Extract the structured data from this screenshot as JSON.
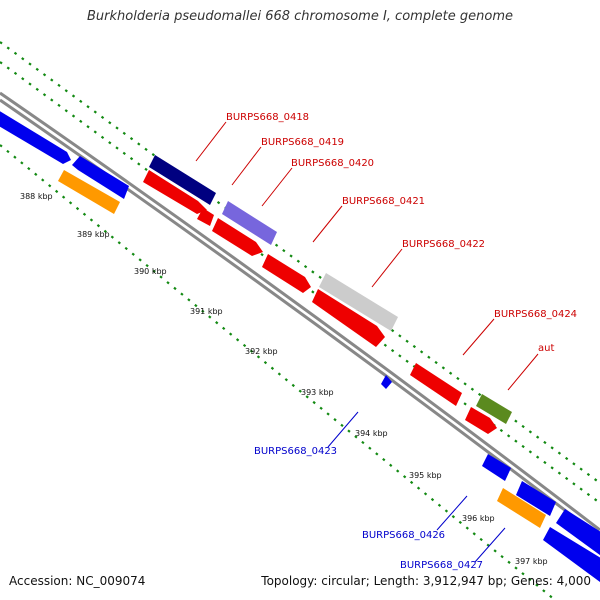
{
  "title": "Burkholderia pseudomallei 668 chromosome I, complete genome",
  "footer": {
    "accession_label": "Accession:",
    "accession": "NC_009074",
    "topology_label": "Topology:",
    "topology": "circular",
    "length_label": "Length:",
    "length": "3,912,947 bp",
    "genes_label": "Genes:",
    "genes": "4,000"
  },
  "colors": {
    "backbone": "#888888",
    "dots": "#138a13",
    "forward_label": "#cc0000",
    "reverse_label": "#0000cc"
  },
  "ticks": [
    {
      "label": "388 kbp",
      "kbp": 388
    },
    {
      "label": "389 kbp",
      "kbp": 389
    },
    {
      "label": "390 kbp",
      "kbp": 390
    },
    {
      "label": "391 kbp",
      "kbp": 391
    },
    {
      "label": "392 kbp",
      "kbp": 392
    },
    {
      "label": "393 kbp",
      "kbp": 393
    },
    {
      "label": "394 kbp",
      "kbp": 394
    },
    {
      "label": "395 kbp",
      "kbp": 395
    },
    {
      "label": "396 kbp",
      "kbp": 396
    },
    {
      "label": "397 kbp",
      "kbp": 397
    }
  ],
  "labels": [
    {
      "text": "BURPS668_0418",
      "strand": "forward"
    },
    {
      "text": "BURPS668_0419",
      "strand": "forward"
    },
    {
      "text": "BURPS668_0420",
      "strand": "forward"
    },
    {
      "text": "BURPS668_0421",
      "strand": "forward"
    },
    {
      "text": "BURPS668_0422",
      "strand": "forward"
    },
    {
      "text": "BURPS668_0424",
      "strand": "forward"
    },
    {
      "text": "aut",
      "strand": "forward"
    },
    {
      "text": "BURPS668_0423",
      "strand": "reverse"
    },
    {
      "text": "BURPS668_0426",
      "strand": "reverse"
    },
    {
      "text": "BURPS668_0427",
      "strand": "reverse"
    }
  ]
}
